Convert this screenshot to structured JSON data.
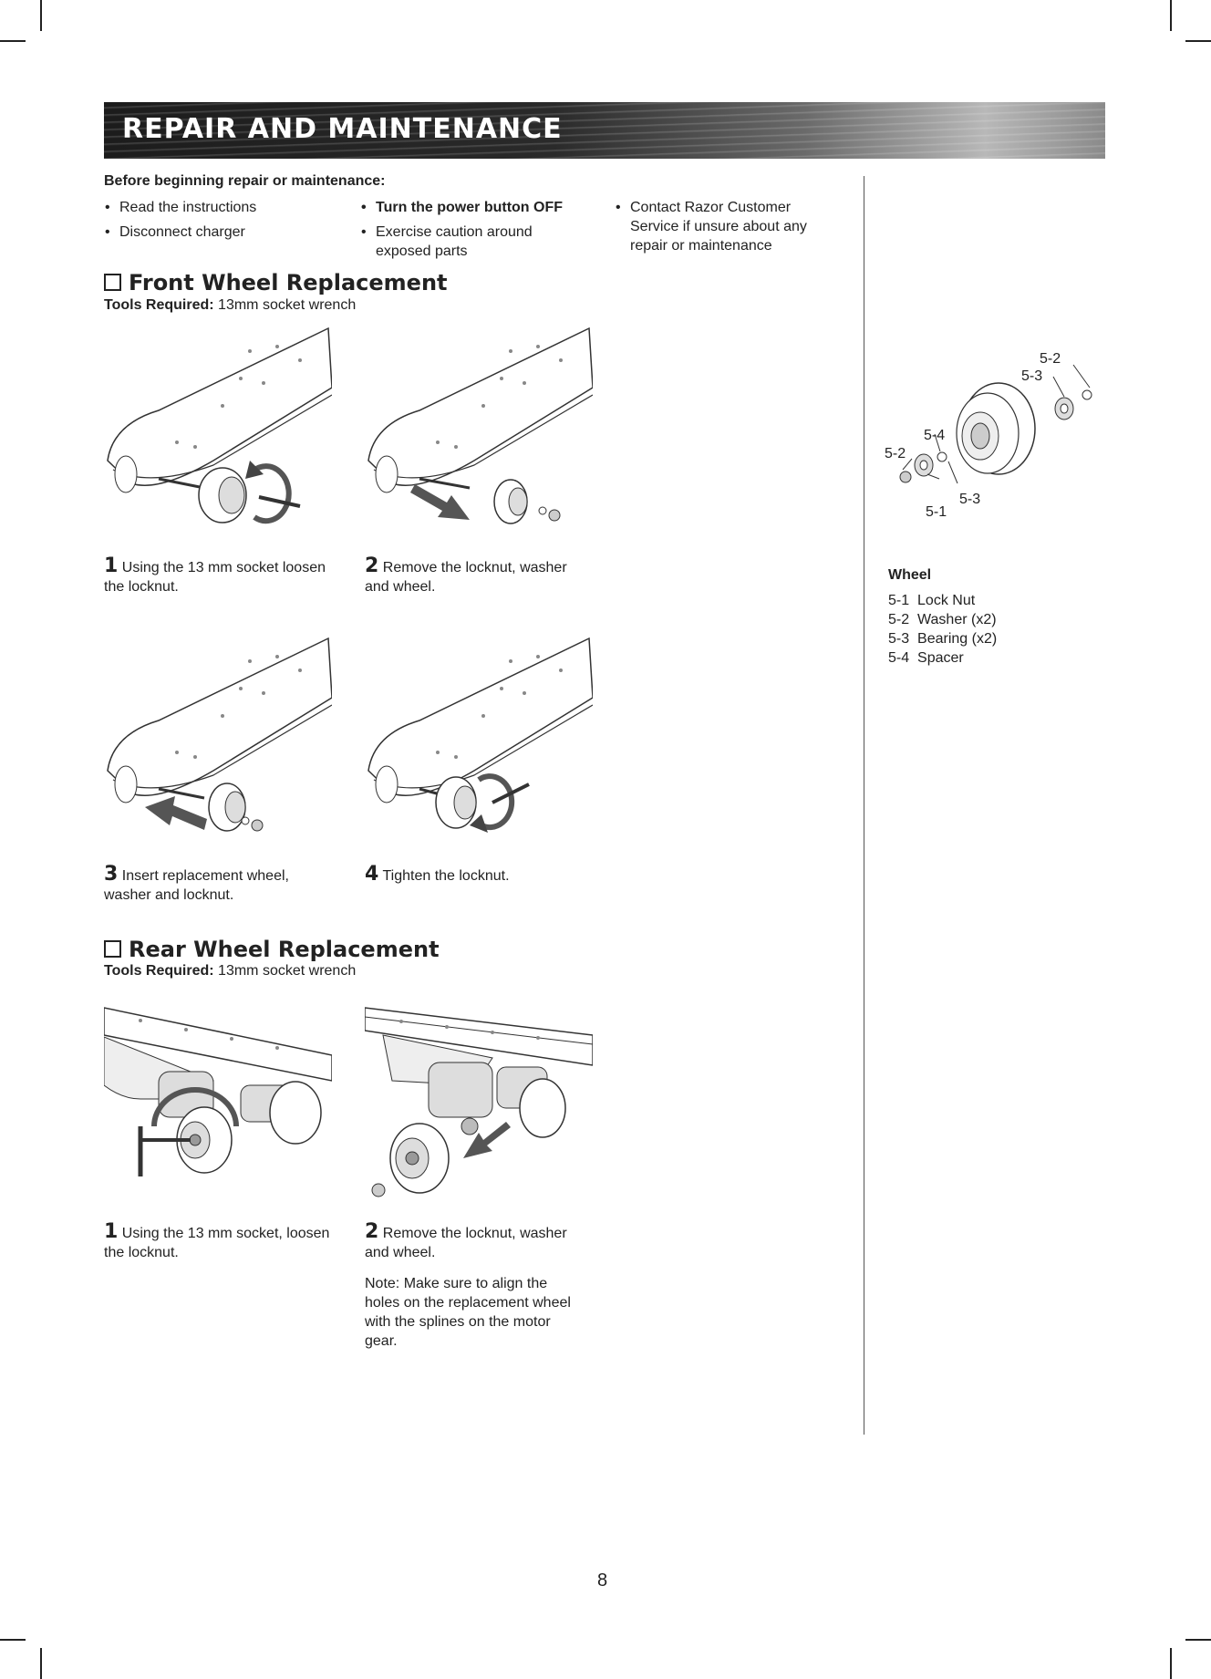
{
  "header": {
    "title": "REPAIR AND MAINTENANCE"
  },
  "before": {
    "heading": "Before beginning repair or maintenance:",
    "col1": [
      "Read the instructions",
      "Disconnect charger"
    ],
    "col2": [
      "Turn the power button OFF",
      "Exercise caution around exposed parts"
    ],
    "col3": [
      "Contact Razor Customer Service if unsure about any repair or maintenance"
    ]
  },
  "front": {
    "title": "Front Wheel Replacement",
    "tools_label": "Tools Required:",
    "tools_value": "13mm socket wrench",
    "steps": [
      {
        "num": "1",
        "text": "Using the 13 mm socket loosen the locknut."
      },
      {
        "num": "2",
        "text": "Remove the locknut, washer and wheel."
      },
      {
        "num": "3",
        "text": "Insert replacement wheel, washer and locknut."
      },
      {
        "num": "4",
        "text": "Tighten the locknut."
      }
    ]
  },
  "rear": {
    "title": "Rear Wheel Replacement",
    "tools_label": "Tools Required:",
    "tools_value": "13mm socket wrench",
    "steps": [
      {
        "num": "1",
        "text": "Using the 13 mm socket, loosen the locknut."
      },
      {
        "num": "2",
        "text": "Remove the locknut, washer and wheel."
      }
    ],
    "note": "Note: Make sure to align the holes on the replacement wheel with the splines on the motor gear."
  },
  "diagram": {
    "callouts": [
      "5-2",
      "5-3",
      "5-4",
      "5-2",
      "5-3",
      "5-1"
    ]
  },
  "parts": {
    "heading": "Wheel",
    "items": [
      "5-1  Lock Nut",
      "5-2  Washer (x2)",
      "5-3  Bearing (x2)",
      "5-4  Spacer"
    ]
  },
  "page": {
    "number": "8"
  }
}
